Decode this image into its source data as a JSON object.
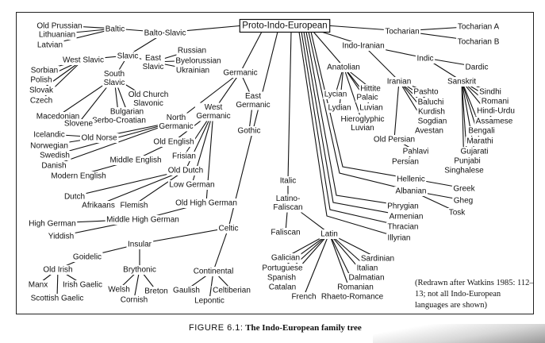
{
  "root": {
    "id": "pie",
    "label": "Proto-Indo-European"
  },
  "nodes": [
    {
      "id": "tocharian",
      "lines": [
        "Tocharian"
      ]
    },
    {
      "id": "toch_a",
      "lines": [
        "Tocharian A"
      ]
    },
    {
      "id": "toch_b",
      "lines": [
        "Tocharian B"
      ]
    },
    {
      "id": "indo_iranian",
      "lines": [
        "Indo-Iranian"
      ]
    },
    {
      "id": "indic",
      "lines": [
        "Indic"
      ]
    },
    {
      "id": "dardic",
      "lines": [
        "Dardic"
      ]
    },
    {
      "id": "sanskrit",
      "lines": [
        "Sanskrit"
      ]
    },
    {
      "id": "sindhi",
      "lines": [
        "Sindhi"
      ]
    },
    {
      "id": "romani",
      "lines": [
        "Romani"
      ]
    },
    {
      "id": "hindi_urdu",
      "lines": [
        "Hindi-Urdu"
      ]
    },
    {
      "id": "assamese",
      "lines": [
        "Assamese"
      ]
    },
    {
      "id": "bengali",
      "lines": [
        "Bengali"
      ]
    },
    {
      "id": "marathi",
      "lines": [
        "Marathi"
      ]
    },
    {
      "id": "gujarati",
      "lines": [
        "Gujarati"
      ]
    },
    {
      "id": "punjabi",
      "lines": [
        "Punjabi"
      ]
    },
    {
      "id": "singhalese",
      "lines": [
        "Singhalese"
      ]
    },
    {
      "id": "iranian",
      "lines": [
        "Iranian"
      ]
    },
    {
      "id": "pashto",
      "lines": [
        "Pashto"
      ]
    },
    {
      "id": "baluchi",
      "lines": [
        "Baluchi"
      ]
    },
    {
      "id": "kurdish",
      "lines": [
        "Kurdish"
      ]
    },
    {
      "id": "sogdian",
      "lines": [
        "Sogdian"
      ]
    },
    {
      "id": "avestan",
      "lines": [
        "Avestan"
      ]
    },
    {
      "id": "old_persian",
      "lines": [
        "Old Persian"
      ]
    },
    {
      "id": "pahlavi",
      "lines": [
        "Pahlavi"
      ]
    },
    {
      "id": "persian",
      "lines": [
        "Persian"
      ]
    },
    {
      "id": "anatolian",
      "lines": [
        "Anatolian"
      ]
    },
    {
      "id": "lycian",
      "lines": [
        "Lycian"
      ]
    },
    {
      "id": "hittite",
      "lines": [
        "Hittite"
      ]
    },
    {
      "id": "palaic",
      "lines": [
        "Palaic"
      ]
    },
    {
      "id": "lydian",
      "lines": [
        "Lydian"
      ]
    },
    {
      "id": "luvian",
      "lines": [
        "Luvian"
      ]
    },
    {
      "id": "hier_luvian",
      "lines": [
        "Hieroglyphic",
        "Luvian"
      ]
    },
    {
      "id": "hellenic",
      "lines": [
        "Hellenic"
      ]
    },
    {
      "id": "greek",
      "lines": [
        "Greek"
      ]
    },
    {
      "id": "albanian",
      "lines": [
        "Albanian"
      ]
    },
    {
      "id": "gheg",
      "lines": [
        "Gheg"
      ]
    },
    {
      "id": "tosk",
      "lines": [
        "Tosk"
      ]
    },
    {
      "id": "phrygian",
      "lines": [
        "Phrygian"
      ]
    },
    {
      "id": "armenian",
      "lines": [
        "Armenian"
      ]
    },
    {
      "id": "thracian",
      "lines": [
        "Thracian"
      ]
    },
    {
      "id": "illyrian",
      "lines": [
        "Illyrian"
      ]
    },
    {
      "id": "italic",
      "lines": [
        "Italic"
      ]
    },
    {
      "id": "latino_faliscan",
      "lines": [
        "Latino-",
        "Faliscan"
      ]
    },
    {
      "id": "faliscan",
      "lines": [
        "Faliscan"
      ]
    },
    {
      "id": "latin",
      "lines": [
        "Latin"
      ]
    },
    {
      "id": "galician",
      "lines": [
        "Galician"
      ]
    },
    {
      "id": "portuguese",
      "lines": [
        "Portuguese"
      ]
    },
    {
      "id": "spanish",
      "lines": [
        "Spanish"
      ]
    },
    {
      "id": "catalan",
      "lines": [
        "Catalan"
      ]
    },
    {
      "id": "french",
      "lines": [
        "French"
      ]
    },
    {
      "id": "rhaeto",
      "lines": [
        "Rhaeto-Romance"
      ]
    },
    {
      "id": "romanian",
      "lines": [
        "Romanian"
      ]
    },
    {
      "id": "dalmatian",
      "lines": [
        "Dalmatian"
      ]
    },
    {
      "id": "italian",
      "lines": [
        "Italian"
      ]
    },
    {
      "id": "sardinian",
      "lines": [
        "Sardinian"
      ]
    },
    {
      "id": "celtic",
      "lines": [
        "Celtic"
      ]
    },
    {
      "id": "insular",
      "lines": [
        "Insular"
      ]
    },
    {
      "id": "goidelic",
      "lines": [
        "Goidelic"
      ]
    },
    {
      "id": "old_irish",
      "lines": [
        "Old Irish"
      ]
    },
    {
      "id": "manx",
      "lines": [
        "Manx"
      ]
    },
    {
      "id": "irish_gaelic",
      "lines": [
        "Irish Gaelic"
      ]
    },
    {
      "id": "scottish_gaelic",
      "lines": [
        "Scottish Gaelic"
      ]
    },
    {
      "id": "brythonic",
      "lines": [
        "Brythonic"
      ]
    },
    {
      "id": "welsh",
      "lines": [
        "Welsh"
      ]
    },
    {
      "id": "breton",
      "lines": [
        "Breton"
      ]
    },
    {
      "id": "cornish",
      "lines": [
        "Cornish"
      ]
    },
    {
      "id": "continental",
      "lines": [
        "Continental"
      ]
    },
    {
      "id": "gaulish",
      "lines": [
        "Gaulish"
      ]
    },
    {
      "id": "celtiberian",
      "lines": [
        "Celtiberian"
      ]
    },
    {
      "id": "lepontic",
      "lines": [
        "Lepontic"
      ]
    },
    {
      "id": "germanic",
      "lines": [
        "Germanic"
      ]
    },
    {
      "id": "east_germanic",
      "lines": [
        "East",
        "Germanic"
      ]
    },
    {
      "id": "gothic",
      "lines": [
        "Gothic"
      ]
    },
    {
      "id": "west_germanic",
      "lines": [
        "West",
        "Germanic"
      ]
    },
    {
      "id": "north_germanic",
      "lines": [
        "North",
        "Germanic"
      ]
    },
    {
      "id": "old_norse",
      "lines": [
        "Old Norse"
      ]
    },
    {
      "id": "icelandic",
      "lines": [
        "Icelandic"
      ]
    },
    {
      "id": "norwegian",
      "lines": [
        "Norwegian"
      ]
    },
    {
      "id": "swedish",
      "lines": [
        "Swedish"
      ]
    },
    {
      "id": "danish",
      "lines": [
        "Danish"
      ]
    },
    {
      "id": "old_english",
      "lines": [
        "Old English"
      ]
    },
    {
      "id": "middle_english",
      "lines": [
        "Middle English"
      ]
    },
    {
      "id": "modern_english",
      "lines": [
        "Modern English"
      ]
    },
    {
      "id": "frisian",
      "lines": [
        "Frisian"
      ]
    },
    {
      "id": "old_dutch",
      "lines": [
        "Old Dutch"
      ]
    },
    {
      "id": "dutch",
      "lines": [
        "Dutch"
      ]
    },
    {
      "id": "afrikaans",
      "lines": [
        "Afrikaans"
      ]
    },
    {
      "id": "flemish",
      "lines": [
        "Flemish"
      ]
    },
    {
      "id": "low_german",
      "lines": [
        "Low German"
      ]
    },
    {
      "id": "old_high_german",
      "lines": [
        "Old High German"
      ]
    },
    {
      "id": "middle_high_german",
      "lines": [
        "Middle High German"
      ]
    },
    {
      "id": "high_german",
      "lines": [
        "High German"
      ]
    },
    {
      "id": "yiddish",
      "lines": [
        "Yiddish"
      ]
    },
    {
      "id": "balto_slavic",
      "lines": [
        "Balto-Slavic"
      ]
    },
    {
      "id": "baltic",
      "lines": [
        "Baltic"
      ]
    },
    {
      "id": "old_prussian",
      "lines": [
        "Old Prussian"
      ]
    },
    {
      "id": "lithuanian",
      "lines": [
        "Lithuanian"
      ]
    },
    {
      "id": "latvian",
      "lines": [
        "Latvian"
      ]
    },
    {
      "id": "slavic",
      "lines": [
        "Slavic"
      ]
    },
    {
      "id": "west_slavic",
      "lines": [
        "West Slavic"
      ]
    },
    {
      "id": "sorbian",
      "lines": [
        "Sorbian"
      ]
    },
    {
      "id": "polish",
      "lines": [
        "Polish"
      ]
    },
    {
      "id": "slovak",
      "lines": [
        "Slovak"
      ]
    },
    {
      "id": "czech",
      "lines": [
        "Czech"
      ]
    },
    {
      "id": "east_slavic",
      "lines": [
        "East",
        "Slavic"
      ]
    },
    {
      "id": "russian",
      "lines": [
        "Russian"
      ]
    },
    {
      "id": "byelorussian",
      "lines": [
        "Byelorussian"
      ]
    },
    {
      "id": "ukrainian",
      "lines": [
        "Ukrainian"
      ]
    },
    {
      "id": "south_slavic",
      "lines": [
        "South",
        "Slavic"
      ]
    },
    {
      "id": "old_church_slavonic",
      "lines": [
        "Old Church",
        "Slavonic"
      ]
    },
    {
      "id": "bulgarian",
      "lines": [
        "Bulgarian"
      ]
    },
    {
      "id": "serbo_croatian",
      "lines": [
        "Serbo-Croatian"
      ]
    },
    {
      "id": "macedonian",
      "lines": [
        "Macedonian"
      ]
    },
    {
      "id": "slovene",
      "lines": [
        "Slovene"
      ]
    }
  ],
  "edges": [
    [
      "pie",
      "tocharian"
    ],
    [
      "tocharian",
      "toch_a"
    ],
    [
      "tocharian",
      "toch_b"
    ],
    [
      "pie",
      "indo_iranian"
    ],
    [
      "indo_iranian",
      "indic"
    ],
    [
      "indic",
      "dardic"
    ],
    [
      "indic",
      "sanskrit"
    ],
    [
      "sanskrit",
      "sindhi"
    ],
    [
      "sanskrit",
      "romani"
    ],
    [
      "sanskrit",
      "hindi_urdu"
    ],
    [
      "sanskrit",
      "assamese"
    ],
    [
      "sanskrit",
      "bengali"
    ],
    [
      "sanskrit",
      "marathi"
    ],
    [
      "sanskrit",
      "gujarati"
    ],
    [
      "sanskrit",
      "punjabi"
    ],
    [
      "sanskrit",
      "singhalese"
    ],
    [
      "indo_iranian",
      "iranian"
    ],
    [
      "iranian",
      "pashto"
    ],
    [
      "iranian",
      "baluchi"
    ],
    [
      "iranian",
      "kurdish"
    ],
    [
      "iranian",
      "sogdian"
    ],
    [
      "iranian",
      "avestan"
    ],
    [
      "iranian",
      "old_persian"
    ],
    [
      "old_persian",
      "pahlavi"
    ],
    [
      "pahlavi",
      "persian"
    ],
    [
      "pie",
      "anatolian"
    ],
    [
      "anatolian",
      "lycian"
    ],
    [
      "anatolian",
      "hittite"
    ],
    [
      "anatolian",
      "palaic"
    ],
    [
      "anatolian",
      "lydian"
    ],
    [
      "anatolian",
      "luvian"
    ],
    [
      "anatolian",
      "hier_luvian"
    ],
    [
      "pie",
      "hellenic"
    ],
    [
      "hellenic",
      "greek"
    ],
    [
      "pie",
      "albanian"
    ],
    [
      "albanian",
      "gheg"
    ],
    [
      "albanian",
      "tosk"
    ],
    [
      "pie",
      "phrygian"
    ],
    [
      "pie",
      "armenian"
    ],
    [
      "pie",
      "thracian"
    ],
    [
      "pie",
      "illyrian"
    ],
    [
      "pie",
      "italic"
    ],
    [
      "italic",
      "latino_faliscan"
    ],
    [
      "latino_faliscan",
      "faliscan"
    ],
    [
      "latino_faliscan",
      "latin"
    ],
    [
      "latin",
      "galician"
    ],
    [
      "latin",
      "portuguese"
    ],
    [
      "latin",
      "spanish"
    ],
    [
      "latin",
      "catalan"
    ],
    [
      "latin",
      "french"
    ],
    [
      "latin",
      "rhaeto"
    ],
    [
      "latin",
      "romanian"
    ],
    [
      "latin",
      "dalmatian"
    ],
    [
      "latin",
      "italian"
    ],
    [
      "latin",
      "sardinian"
    ],
    [
      "pie",
      "celtic"
    ],
    [
      "celtic",
      "insular"
    ],
    [
      "celtic",
      "continental"
    ],
    [
      "insular",
      "goidelic"
    ],
    [
      "insular",
      "brythonic"
    ],
    [
      "goidelic",
      "old_irish"
    ],
    [
      "old_irish",
      "manx"
    ],
    [
      "old_irish",
      "irish_gaelic"
    ],
    [
      "old_irish",
      "scottish_gaelic"
    ],
    [
      "brythonic",
      "welsh"
    ],
    [
      "brythonic",
      "breton"
    ],
    [
      "brythonic",
      "cornish"
    ],
    [
      "continental",
      "gaulish"
    ],
    [
      "continental",
      "celtiberian"
    ],
    [
      "continental",
      "lepontic"
    ],
    [
      "pie",
      "germanic"
    ],
    [
      "germanic",
      "east_germanic"
    ],
    [
      "east_germanic",
      "gothic"
    ],
    [
      "germanic",
      "west_germanic"
    ],
    [
      "germanic",
      "north_germanic"
    ],
    [
      "north_germanic",
      "old_norse"
    ],
    [
      "old_norse",
      "icelandic"
    ],
    [
      "old_norse",
      "norwegian"
    ],
    [
      "north_germanic",
      "swedish"
    ],
    [
      "north_germanic",
      "danish"
    ],
    [
      "west_germanic",
      "old_english"
    ],
    [
      "old_english",
      "middle_english"
    ],
    [
      "middle_english",
      "modern_english"
    ],
    [
      "west_germanic",
      "frisian"
    ],
    [
      "west_germanic",
      "old_dutch"
    ],
    [
      "old_dutch",
      "dutch"
    ],
    [
      "old_dutch",
      "afrikaans"
    ],
    [
      "old_dutch",
      "flemish"
    ],
    [
      "west_germanic",
      "low_german"
    ],
    [
      "west_germanic",
      "old_high_german"
    ],
    [
      "old_high_german",
      "middle_high_german"
    ],
    [
      "middle_high_german",
      "high_german"
    ],
    [
      "middle_high_german",
      "yiddish"
    ],
    [
      "pie",
      "balto_slavic"
    ],
    [
      "balto_slavic",
      "baltic"
    ],
    [
      "baltic",
      "old_prussian"
    ],
    [
      "baltic",
      "lithuanian"
    ],
    [
      "baltic",
      "latvian"
    ],
    [
      "balto_slavic",
      "slavic"
    ],
    [
      "slavic",
      "west_slavic"
    ],
    [
      "west_slavic",
      "sorbian"
    ],
    [
      "west_slavic",
      "polish"
    ],
    [
      "west_slavic",
      "slovak"
    ],
    [
      "west_slavic",
      "czech"
    ],
    [
      "slavic",
      "east_slavic"
    ],
    [
      "east_slavic",
      "russian"
    ],
    [
      "east_slavic",
      "byelorussian"
    ],
    [
      "east_slavic",
      "ukrainian"
    ],
    [
      "slavic",
      "south_slavic"
    ],
    [
      "south_slavic",
      "old_church_slavonic"
    ],
    [
      "south_slavic",
      "bulgarian"
    ],
    [
      "south_slavic",
      "serbo_croatian"
    ],
    [
      "south_slavic",
      "macedonian"
    ],
    [
      "south_slavic",
      "slovene"
    ]
  ],
  "note": "(Redrawn after Watkins 1985: 112–13; not all Indo-European languages are shown)",
  "caption": {
    "figure": "FIGURE 6.1:",
    "title": "The Indo-European family tree"
  }
}
